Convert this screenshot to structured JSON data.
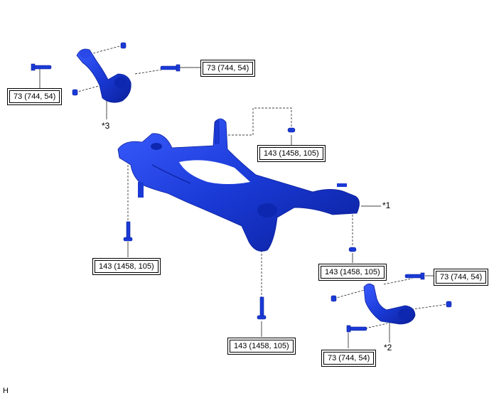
{
  "torque_labels": [
    {
      "id": "t1",
      "text": "73 (744, 54)"
    },
    {
      "id": "t2",
      "text": "73 (744, 54)"
    },
    {
      "id": "t3",
      "text": "143 (1458, 105)"
    },
    {
      "id": "t4",
      "text": "143 (1458, 105)"
    },
    {
      "id": "t5",
      "text": "143 (1458, 105)"
    },
    {
      "id": "t6",
      "text": "73 (744, 54)"
    },
    {
      "id": "t7",
      "text": "143 (1458, 105)"
    },
    {
      "id": "t8",
      "text": "73 (744, 54)"
    }
  ],
  "callouts": [
    "*1",
    "*2",
    "*3"
  ],
  "figure_id": "H",
  "colors": {
    "part_blue": "#1a3ad6",
    "part_dark": "#0a1f9a",
    "line": "#000000"
  }
}
